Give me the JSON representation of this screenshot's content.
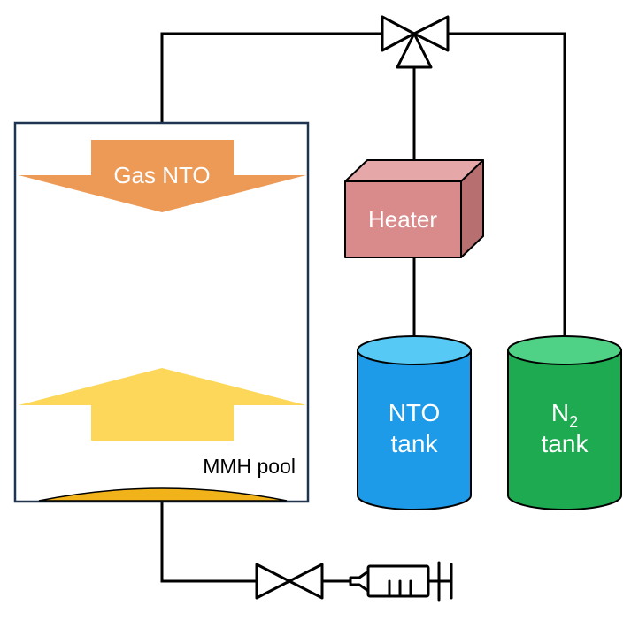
{
  "labels": {
    "gas_nto": "Gas NTO",
    "mmh_pool": "MMH pool",
    "heater": "Heater",
    "nto_tank_line1": "NTO",
    "nto_tank_line2": "tank",
    "n2_tank_main": "N",
    "n2_tank_sub": "2",
    "n2_tank_line2": "tank"
  },
  "colors": {
    "gas_arrow": "#ED9A56",
    "vapor_arrow": "#FDD75A",
    "mmh_pool": "#F2B31A",
    "heater_front": "#D98A8A",
    "heater_top": "#E5A7A7",
    "heater_side": "#B86F6F",
    "nto_body": "#1E9BE8",
    "nto_top": "#56C9F5",
    "n2_body": "#1DAA50",
    "n2_top": "#4FD285",
    "line": "#000000",
    "chamber_border": "#1F3450"
  }
}
